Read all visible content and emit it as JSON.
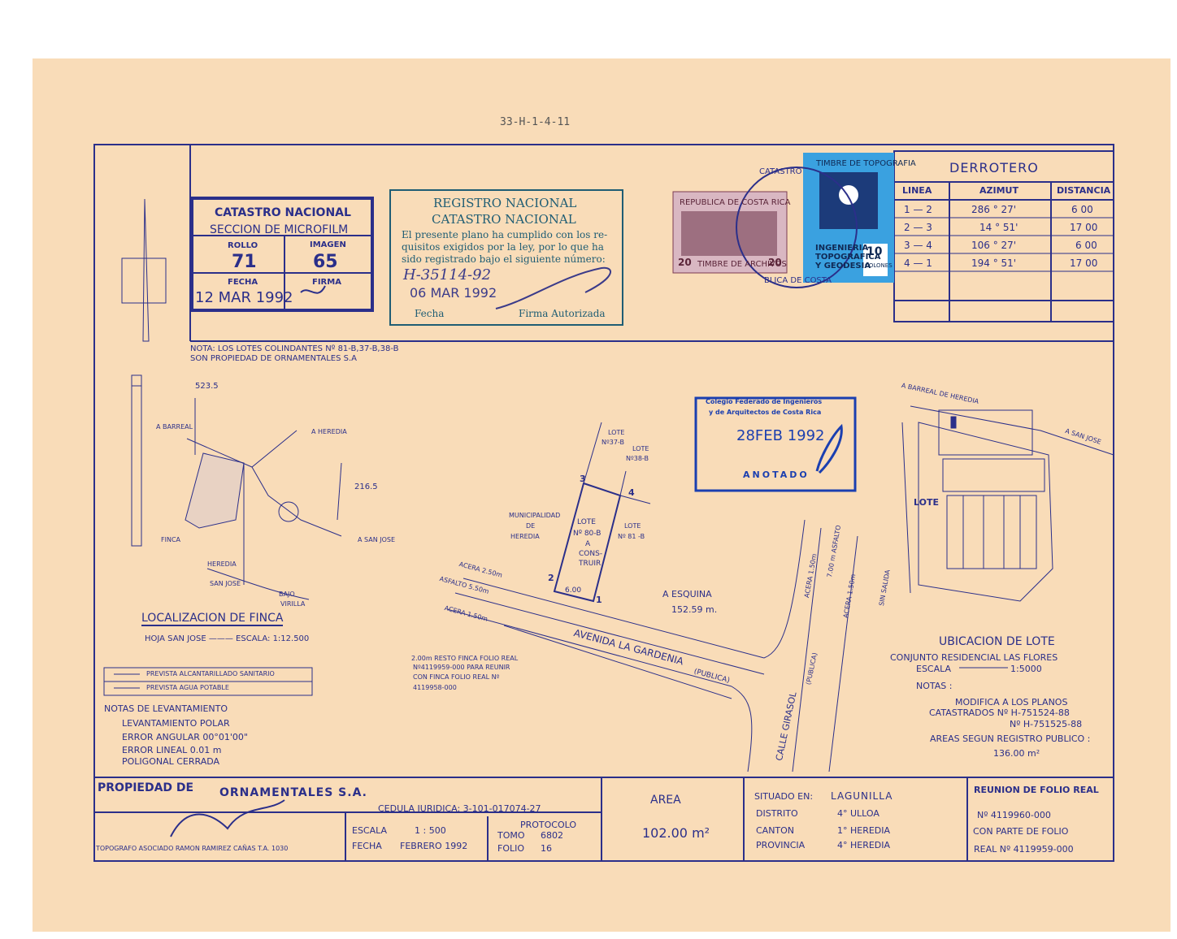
{
  "document_code": "33-H-1-4-11",
  "catastro_stamp": {
    "line1": "CATASTRO NACIONAL",
    "line2": "SECCION DE MICROFILM",
    "rollo_label": "ROLLO",
    "rollo": "71",
    "imagen_label": "IMAGEN",
    "imagen": "65",
    "fecha_label": "FECHA",
    "fecha": "12 MAR 1992",
    "firma_label": "FIRMA"
  },
  "registro_stamp": {
    "title1": "REGISTRO NACIONAL",
    "title2": "CATASTRO NACIONAL",
    "body1": "El presente plano ha cumplido con los re-",
    "body2": "quisitos exigidos por la ley, por lo que ha",
    "body3": "sido registrado bajo el siguiente número:",
    "numero": "H-35114-92",
    "fecha": "06 MAR 1992",
    "fecha_label": "Fecha",
    "firma_label": "Firma Autorizada"
  },
  "timbres": {
    "republica": "REPUBLICA DE COSTA RICA",
    "value": "20",
    "timbre_archivos": "TIMBRE DE ARCHIVOS",
    "topografia_title": "TIMBRE DE TOPOGRAFIA",
    "topografia_lines": [
      "INGENIERIA",
      "TOPOGRAFICA",
      "Y GEODESIA"
    ],
    "topografia_value": "10",
    "topografia_unit": "COLONES",
    "seal_text": "CATASTRO",
    "seal_bottom": "BLICA DE COSTA"
  },
  "derrotero": {
    "title": "DERROTERO",
    "headers": [
      "LINEA",
      "AZIMUT",
      "DISTANCIA"
    ],
    "rows": [
      [
        "1 — 2",
        "286 ° 27'",
        "6  00"
      ],
      [
        "2 — 3",
        "14 ° 51'",
        "17  00"
      ],
      [
        "3 — 4",
        "106 ° 27'",
        "6  00"
      ],
      [
        "4 — 1",
        "194 ° 51'",
        "17  00"
      ]
    ]
  },
  "nota": {
    "line1": "NOTA: LOS LOTES COLINDANTES Nº 81-B,37-B,38-B",
    "line2": "SON PROPIEDAD DE ORNAMENTALES S.A"
  },
  "localizacion": {
    "title": "LOCALIZACION DE FINCA",
    "subtitle": "HOJA SAN JOSE ——— ESCALA: 1:12.500",
    "coord_top": "523.5",
    "coord_right": "216.5",
    "a_barreal": "A BARREAL",
    "a_heredia": "A HEREDIA",
    "a_san_jose": "A SAN JOSE",
    "finca": "FINCA",
    "heredia": "HEREDIA",
    "san_jose": "SAN JOSE",
    "bajo": "BAJO",
    "virilla": "VIRILLA"
  },
  "leyenda": {
    "item1": "PREVISTA ALCANTARILLADO SANITARIO",
    "item2": "PREVISTA AGUA POTABLE"
  },
  "levantamiento": {
    "title": "NOTAS DE LEVANTAMIENTO",
    "lines": [
      "LEVANTAMIENTO POLAR",
      "ERROR ANGULAR   00°01'00\"",
      "ERROR LINEAL   0.01 m",
      "POLIGONAL   CERRADA"
    ]
  },
  "plano": {
    "lote_37b_a": "LOTE",
    "lote_37b_b": "Nº37-B",
    "lote_38b_a": "LOTE",
    "lote_38b_b": "Nº38-B",
    "municipalidad": [
      "MUNICIPALIDAD",
      "DE",
      "HEREDIA"
    ],
    "lote_80b": [
      "LOTE",
      "Nº 80-B",
      "A",
      "CONS-",
      "TRUIR"
    ],
    "lote_81b_a": "LOTE",
    "lote_81b_b": "Nº 81 -B",
    "v1": "1",
    "v2": "2",
    "v3": "3",
    "v4": "4",
    "dist": "6.00",
    "acera_a": "ACERA 2.50m",
    "asfalto": "ASFALTO 5.50m",
    "acera_b": "ACERA 1.50m",
    "a_esquina": "A ESQUINA",
    "a_esquina_dist": "152.59 m.",
    "avenida": "AVENIDA LA GARDENIA",
    "publica": "(PUBLICA)",
    "calle": "CALLE GIRASOL",
    "calle_publica": "(PUBLICA)",
    "acera_c": "ACERA 1.50m",
    "asfalto_c": "7.00 m ASFALTO",
    "acera_d": "ACERA 1.50m",
    "resto": [
      "2.00m RESTO FINCA FOLIO REAL",
      "Nº4119959-000 PARA REUNIR",
      "CON FINCA FOLIO REAL Nº",
      "4119958-000"
    ]
  },
  "colegio_stamp": {
    "line1": "Colegio Federado de Ingenieros",
    "line2": "y de Arquitectos de Costa Rica",
    "fecha": "28FEB 1992",
    "anotado": "ANOTADO"
  },
  "ubicacion": {
    "a_barreal_heredia": "A BARREAL DE HEREDIA",
    "a_san_jose": "A SAN JOSE",
    "lote": "LOTE",
    "sin_salida": "SIN SALIDA",
    "title": "UBICACION DE LOTE",
    "conjunto": "CONJUNTO RESIDENCIAL LAS FLORES",
    "escala_label": "ESCALA",
    "escala": "1:5000",
    "notas": "NOTAS :",
    "n1": "MODIFICA A LOS PLANOS",
    "n2": "CATASTRADOS Nº H-751524-88",
    "n3": "Nº H-751525-88",
    "n4": "AREAS SEGUN REGISTRO PUBLICO :",
    "n5": "136.00 m²"
  },
  "cajetin": {
    "propiedad_label": "PROPIEDAD DE",
    "propiedad": "ORNAMENTALES S.A.",
    "cedula": "CEDULA JURIDICA: 3-101-017074-27",
    "topografo": "TOPOGRAFO ASOCIADO RAMON RAMIREZ CAÑAS T.A. 1030",
    "escala_label": "ESCALA",
    "escala": "1 : 500",
    "fecha_label": "FECHA",
    "fecha": "FEBRERO 1992",
    "protocolo": "PROTOCOLO",
    "tomo_label": "TOMO",
    "tomo": "6802",
    "folio_label": "FOLIO",
    "folio": "16",
    "area_label": "AREA",
    "area": "102.00 m²",
    "situado_label": "SITUADO EN:",
    "situado": "LAGUNILLA",
    "distrito_label": "DISTRITO",
    "distrito": "4° ULLOA",
    "canton_label": "CANTON",
    "canton": "1° HEREDIA",
    "provincia_label": "PROVINCIA",
    "provincia": "4° HEREDIA",
    "reunion_title": "REUNION DE FOLIO REAL",
    "reunion1": "Nº 4119960-000",
    "reunion2": "CON PARTE DE FOLIO",
    "reunion3": "REAL Nº 4119959-000"
  }
}
